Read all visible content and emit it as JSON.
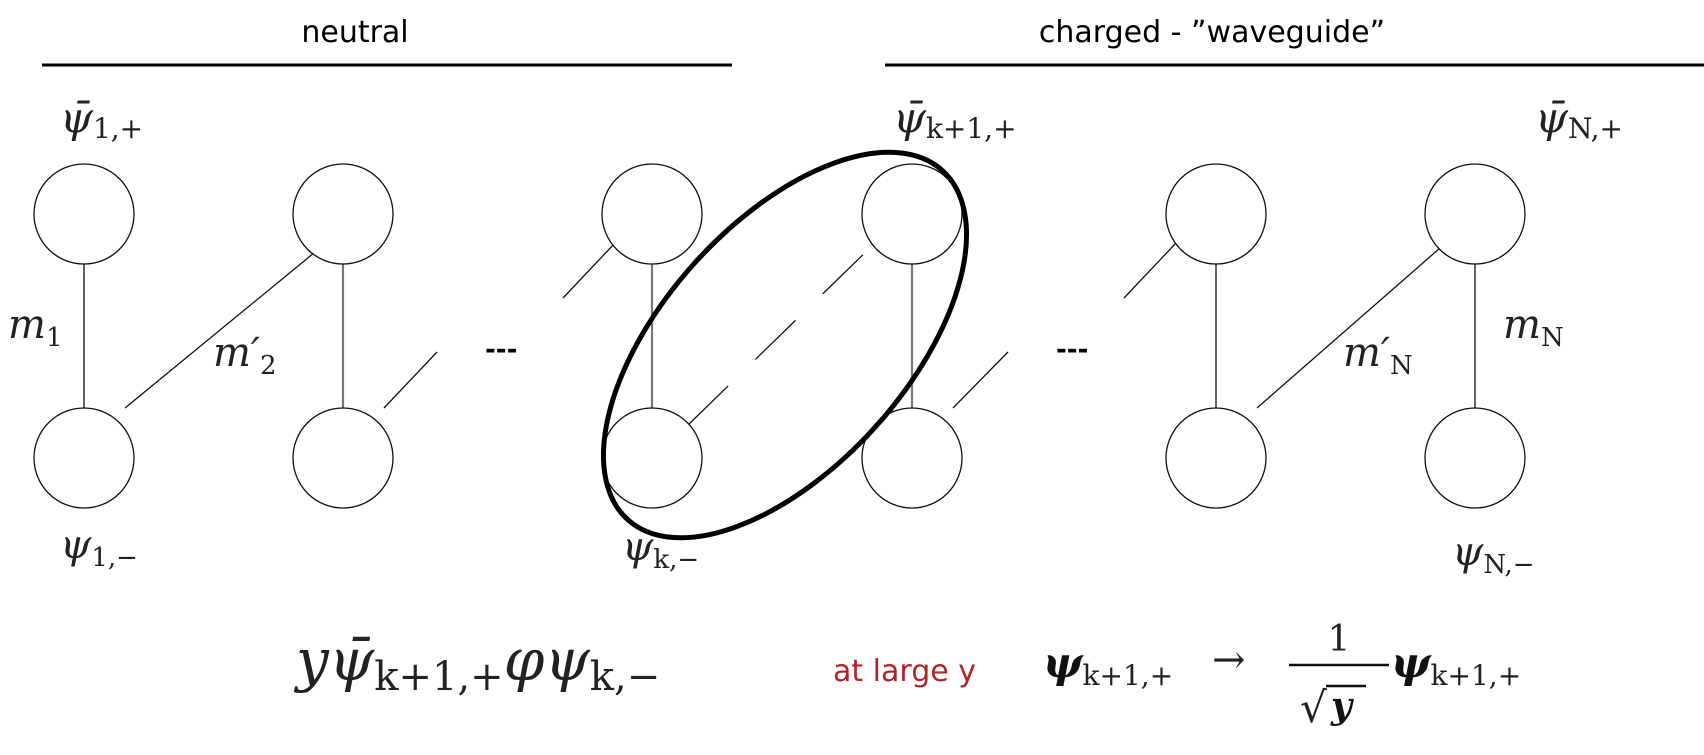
{
  "headers": {
    "left": "neutral",
    "right": "charged - ”waveguide”"
  },
  "top_labels": {
    "n1_main": "ψ̄",
    "n1_sub": "1,+",
    "nk1_main": "ψ̄",
    "nk1_sub": "k+1,+",
    "nN_main": "ψ̄",
    "nN_sub": "N,+"
  },
  "bottom_labels": {
    "n1_main": "ψ",
    "n1_sub": "1,−",
    "nk_main": "ψ",
    "nk_sub": "k,−",
    "nN_main": "ψ",
    "nN_sub": "N,−"
  },
  "masses": {
    "m1_main": "m",
    "m1_sub": "1",
    "m2p_main": "m′",
    "m2p_sub": "2",
    "mNp_main": "m′",
    "mNp_sub": "N",
    "mN_main": "m",
    "mN_sub": "N"
  },
  "ellipses": {
    "left": "---",
    "right": "---"
  },
  "formula": {
    "y": "y",
    "psibar": "ψ̄",
    "sub1": "k+1,+",
    "phi": "φψ",
    "sub2": "k,−"
  },
  "note": "at large y",
  "limit": {
    "psi": "ψ",
    "sub": "k+1,+",
    "arrow": "→",
    "numerator": "1",
    "sqrt": "√",
    "y": "y",
    "psi2": "ψ",
    "sub2": "k+1,+"
  },
  "colors": {
    "note": "#b0252b",
    "lines": "#111111"
  }
}
